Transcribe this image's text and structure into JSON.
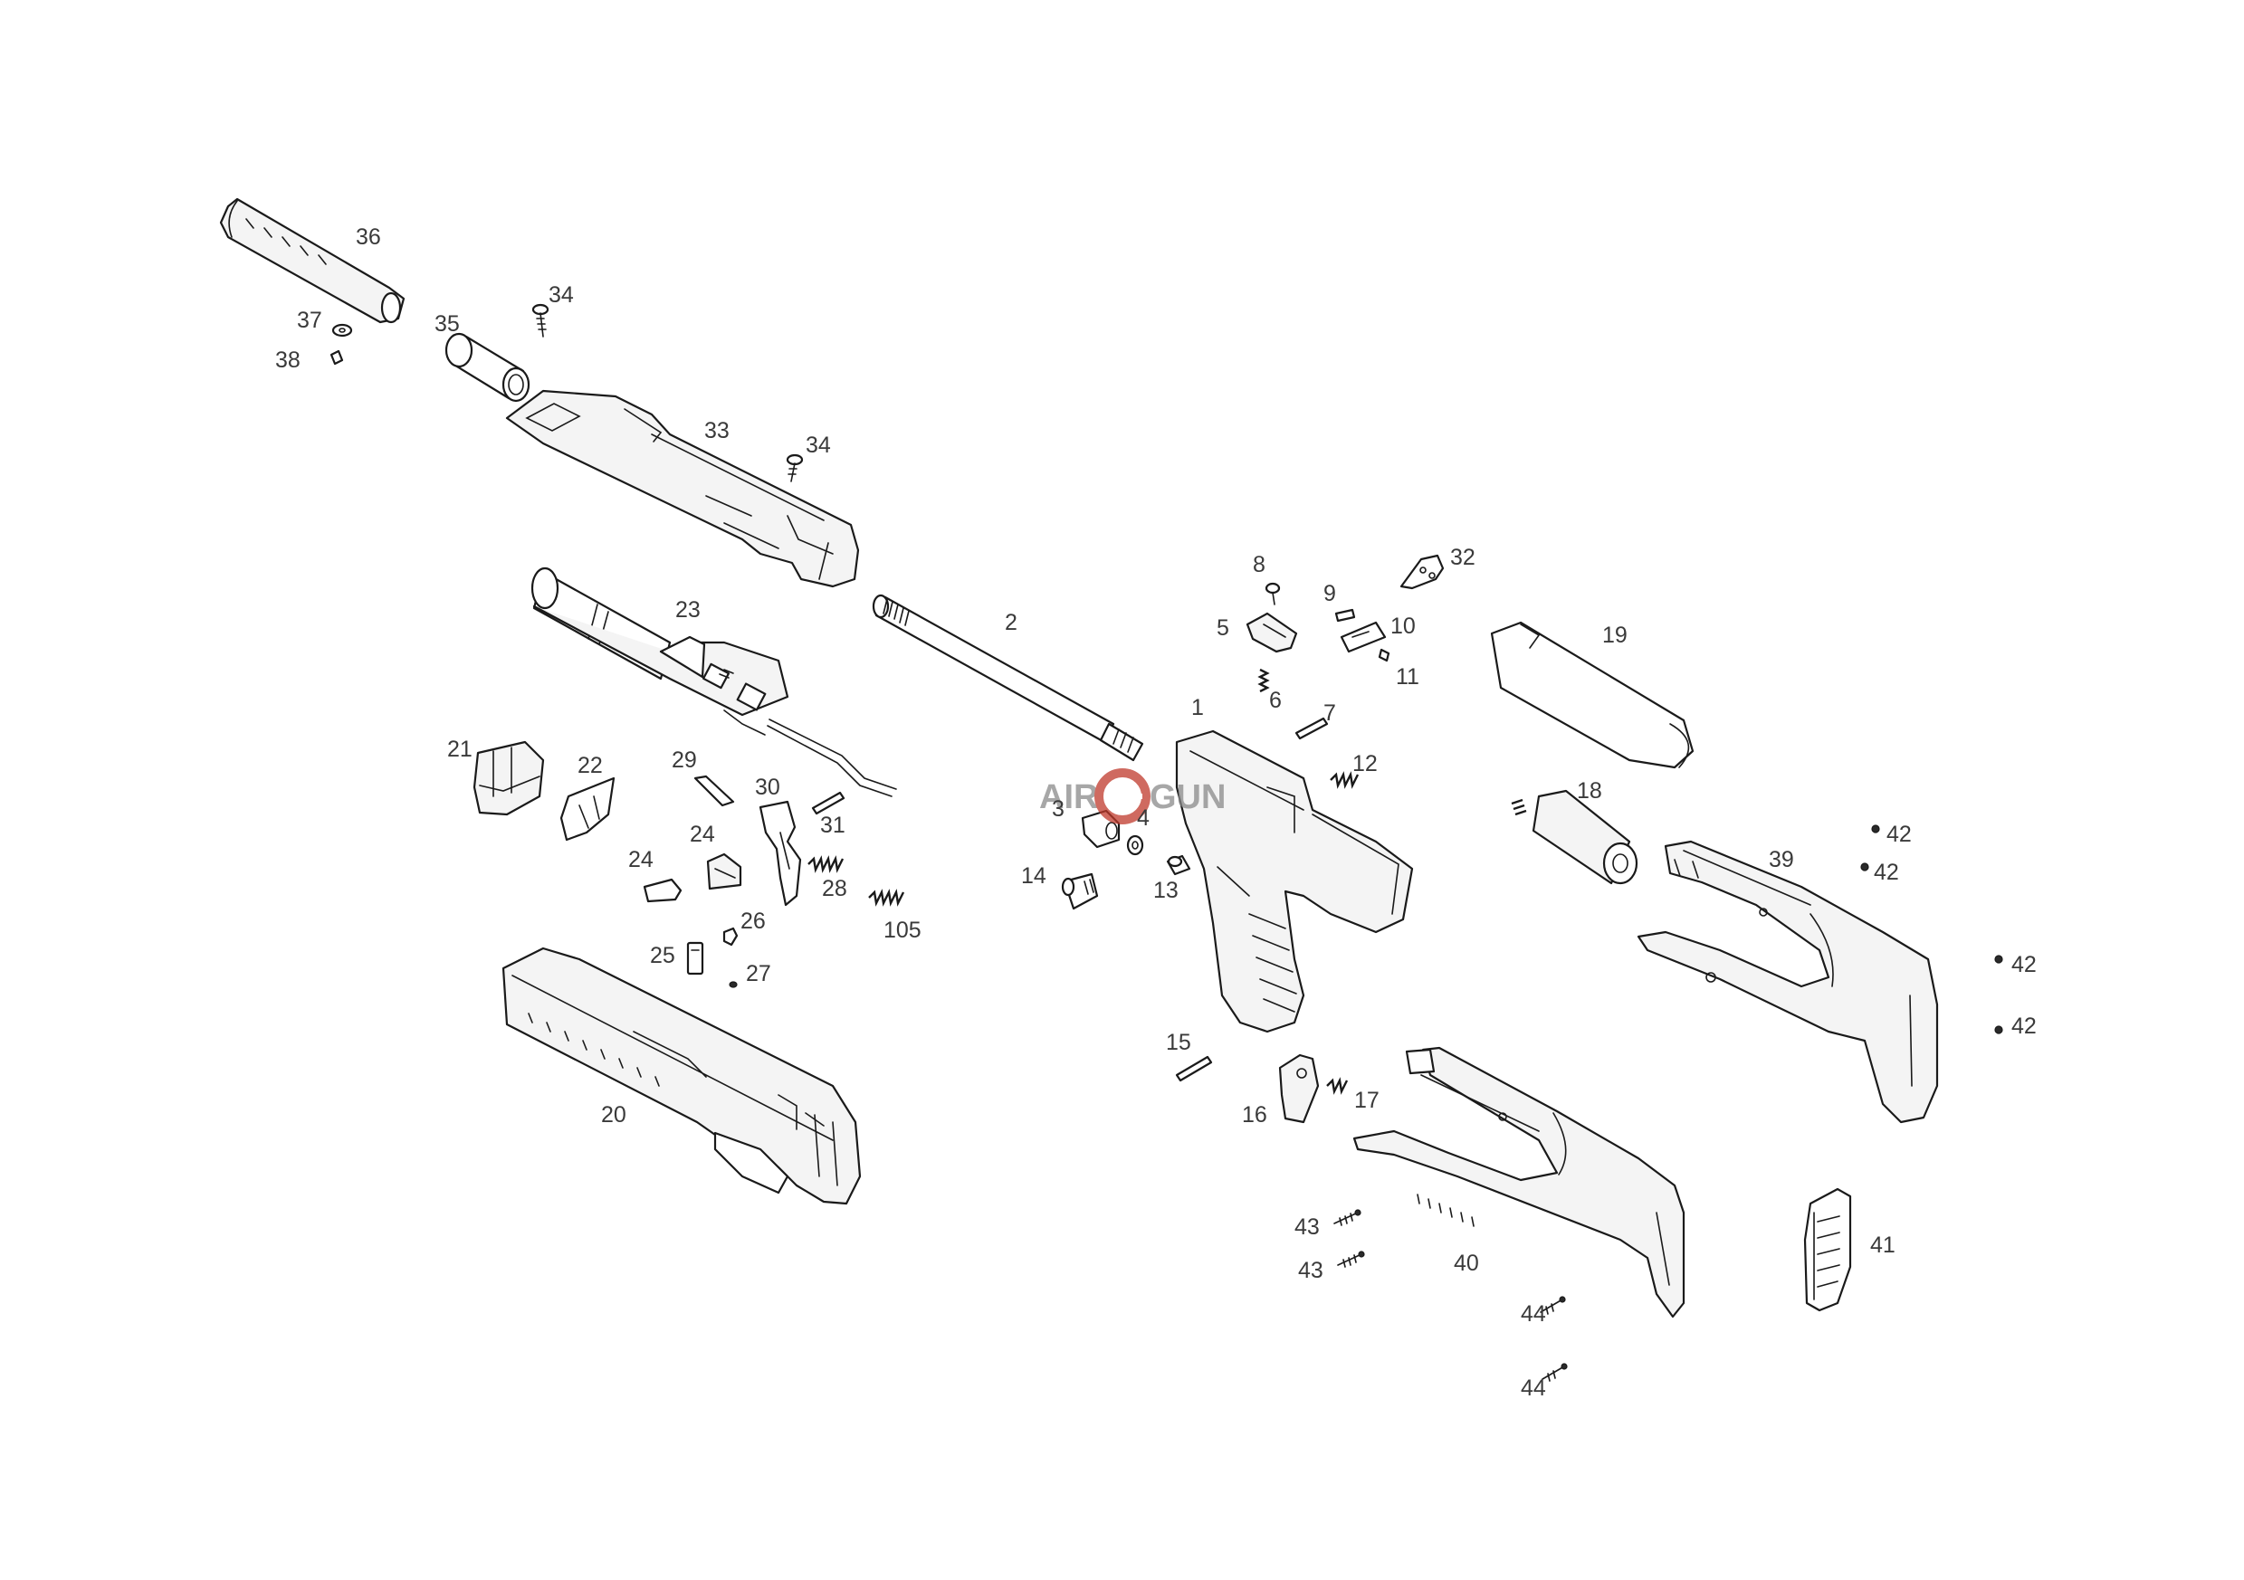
{
  "watermark": {
    "text_left": "AIR",
    "text_right": "GUN",
    "color": "#8a8a8a",
    "accent": "#c0392b"
  },
  "labels": {
    "l1": "1",
    "l2": "2",
    "l3": "3",
    "l4": "4",
    "l5": "5",
    "l6": "6",
    "l7": "7",
    "l8": "8",
    "l9": "9",
    "l10": "10",
    "l11": "11",
    "l12": "12",
    "l13": "13",
    "l14": "14",
    "l15": "15",
    "l16": "16",
    "l17": "17",
    "l18": "18",
    "l19": "19",
    "l20": "20",
    "l21": "21",
    "l22": "22",
    "l23": "23",
    "l24a": "24",
    "l24b": "24",
    "l25": "25",
    "l26": "26",
    "l27": "27",
    "l28": "28",
    "l29": "29",
    "l30": "30",
    "l31": "31",
    "l32": "32",
    "l33": "33",
    "l34a": "34",
    "l34b": "34",
    "l35": "35",
    "l36": "36",
    "l37": "37",
    "l38": "38",
    "l39": "39",
    "l40": "40",
    "l41": "41",
    "l42a": "42",
    "l42b": "42",
    "l42c": "42",
    "l42d": "42",
    "l43a": "43",
    "l43b": "43",
    "l44a": "44",
    "l44b": "44",
    "l105": "105"
  }
}
